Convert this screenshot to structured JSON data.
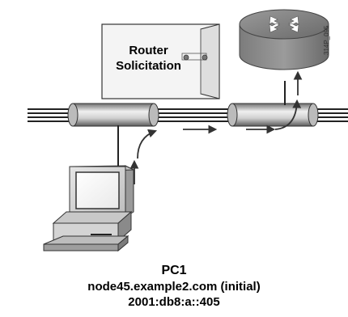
{
  "envelope": {
    "line1": "Router",
    "line2": "Solicitation"
  },
  "figure_id": "314P_095",
  "pc": {
    "name": "PC1",
    "hostname": "node45.example2.com (initial)",
    "address": "2001:db8:a::405"
  }
}
